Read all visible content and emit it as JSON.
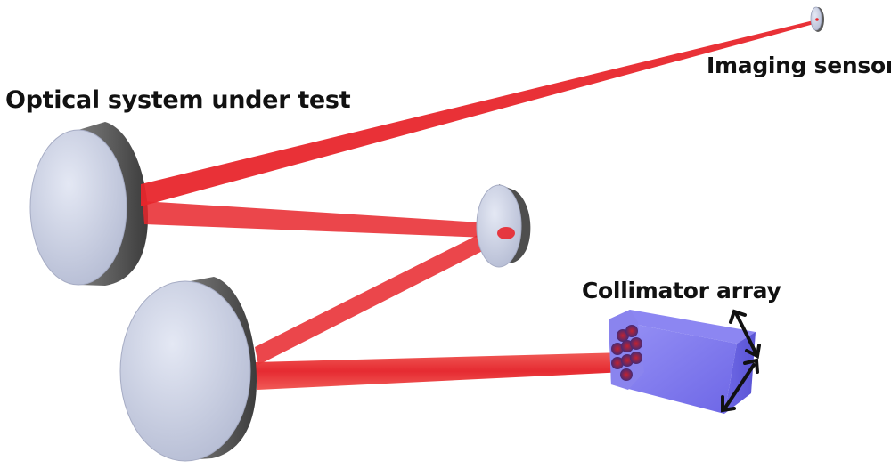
{
  "labels": {
    "optical_system": "Optical system under test",
    "imaging_sensor": "Imaging sensor",
    "collimator_array": "Collimator array"
  },
  "colors": {
    "beam": "#e8212a",
    "mirror_face": "#c9cfe3",
    "mirror_rim": "#5a5a5a",
    "collimator": "#7f79ef"
  }
}
